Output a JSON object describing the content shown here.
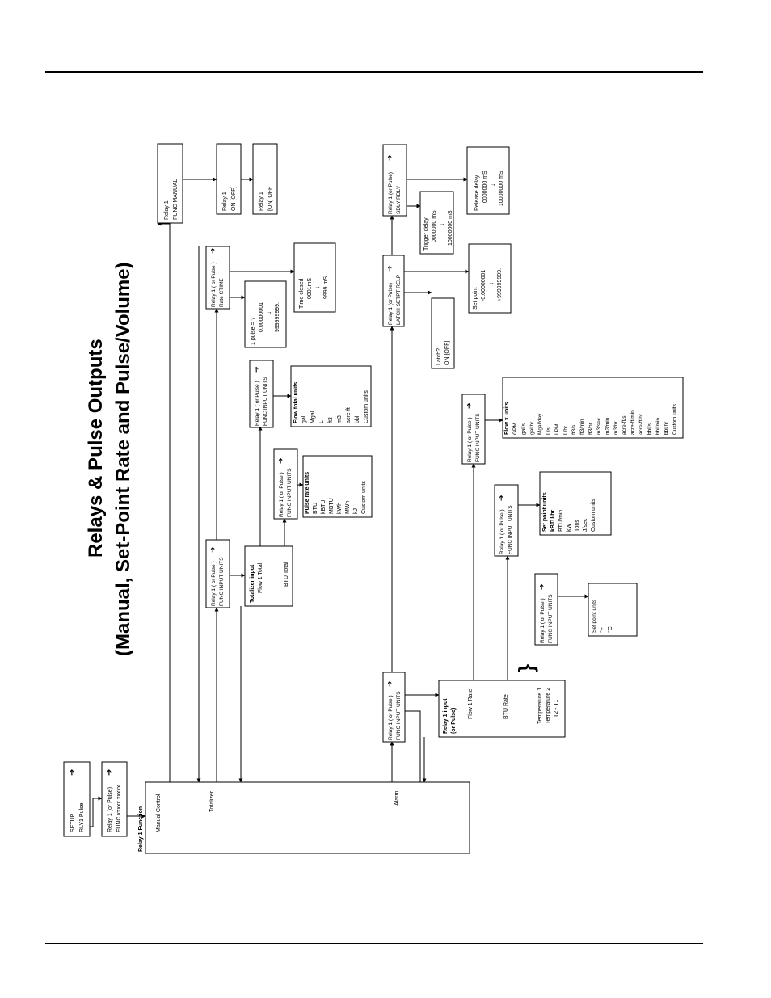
{
  "title": {
    "line1": "Relays & Pulse Outputs",
    "line2": "(Manual, Set-Point Rate and Pulse/Volume)"
  },
  "icons": {
    "arrow": "right-arrow-icon",
    "brace": "curly-brace-icon"
  },
  "boxes": {
    "setup": {
      "l1": "SETUP",
      "l2": "RLY1 Pulse"
    },
    "rly_func": {
      "l1": "Relay 1 (or Pulse)",
      "l2": "FUNC  xxxxx  xxxxx"
    },
    "main": {
      "side": "Relay 1  Function",
      "manual": "Manual Control",
      "totalizer": "Totalizer",
      "alarm": "Alarm"
    },
    "manual_func": {
      "l1": "Relay 1",
      "l2": "FUNC  MANUAL"
    },
    "on_off1": {
      "l1": "Relay 1",
      "l2": "ON  [OFF]"
    },
    "on_off2": {
      "l1": "Relay 1",
      "l2": "[ON]   OFF"
    },
    "rate_ctime": {
      "l1": "Relay 1 ( or Pulse )",
      "l2": "Rate  CTIME"
    },
    "pulse_eq": {
      "l1": "1  pulse  =  ?",
      "l2": "0.00000001",
      "l4": "999999999."
    },
    "time_closed": {
      "l1": "Time closed",
      "l2": "0001mS",
      "l4": "9999 mS"
    },
    "tot_units": {
      "l1": "Relay 1 ( or Pulse )",
      "l2": "FUNC  INPUT UNITS"
    },
    "tot_input": {
      "l1": "Totalizer input",
      "l2": "Flow 1 Total",
      "l3": "BTU Total"
    },
    "pulse_units_hdr": {
      "l1": "Relay 1 ( or Pulse )",
      "l2": "FUNC  INPUT UNITS"
    },
    "pulse_rate_units": {
      "title": "Pulse rate units",
      "items": [
        "BTU",
        "kBTU",
        "MBTU",
        "kWh",
        "MWh",
        "kJ",
        "Custom units"
      ]
    },
    "flow_total_hdr": {
      "l1": "Relay 1 ( or Pulse )",
      "l2": "FUNC  INPUT UNITS"
    },
    "flow_total_units": {
      "title": "Flow total units",
      "items": [
        "gal",
        "Mgal",
        "L",
        "ft3",
        "m3",
        "acre-ft",
        "bbl",
        "Custom units"
      ]
    },
    "alarm_units": {
      "l1": "Relay 1 ( or Pulse )",
      "l2": "FUNC  INPUT UNITS"
    },
    "relay_input": {
      "title1": "Relay 1 input",
      "title2": "(or Pulse)",
      "flow": "Flow 1 Rate",
      "btu": "BTU Rate",
      "t1": "Temperature 1",
      "t2": "Temperature 2",
      "t3": "T2  -  T1"
    },
    "latch_hdr": {
      "l1": "Relay 1 (or Pulse)",
      "l2": "LATCH SETPT RELP"
    },
    "latch": {
      "l1": "Latch?",
      "l2": "ON [OFF]"
    },
    "setpoint": {
      "l1": "Set point",
      "l2": "-0.00000001",
      "l4": "+999999999."
    },
    "sdly_hdr": {
      "l1": "Relay 1 (or Pulse)",
      "l2": "SDLY   RDLY"
    },
    "trigger": {
      "l1": "Trigger delay",
      "l2": "0000000 mS",
      "l4": "10000000 mS"
    },
    "release": {
      "l1": "Release delay",
      "l2": "0000000 mS",
      "l4": "10000000 mS"
    },
    "flow_units_hdr": {
      "l1": "Relay 1 ( or Pulse )",
      "l2": "FUNC  INPUT UNITS"
    },
    "flow_x_units": {
      "title": "Flow x units",
      "col1": [
        "GPM",
        "gal/s",
        "gal/hr",
        "Mgal/day",
        "L/s",
        "LPM",
        "L/hr",
        "ft3/s",
        "ft3/min",
        "ft3/hr"
      ],
      "col2": [
        "m3/sec",
        "m3/min",
        "m3/hr",
        "acre-ft/s",
        "acre-ft/min",
        "acre-ft/hr",
        "bbl/s",
        "bbl/min",
        "bbl/hr",
        "Custom units"
      ]
    },
    "btu_units_hdr": {
      "l1": "Relay 1 ( or Pulse )",
      "l2": "FUNC  INPUT UNITS"
    },
    "setpoint_units_btu": {
      "title": "Set point units",
      "items": [
        "kBTU/hr",
        "BTU/min",
        "kW",
        "Tons",
        "J/sec",
        "Custom units"
      ]
    },
    "temp_units_hdr": {
      "l1": "Relay 1 ( or Pulse )",
      "l2": "FUNC  INPUT UNITS"
    },
    "setpoint_units_temp": {
      "title": "Set point units",
      "items": [
        "°F",
        "°C"
      ]
    }
  }
}
